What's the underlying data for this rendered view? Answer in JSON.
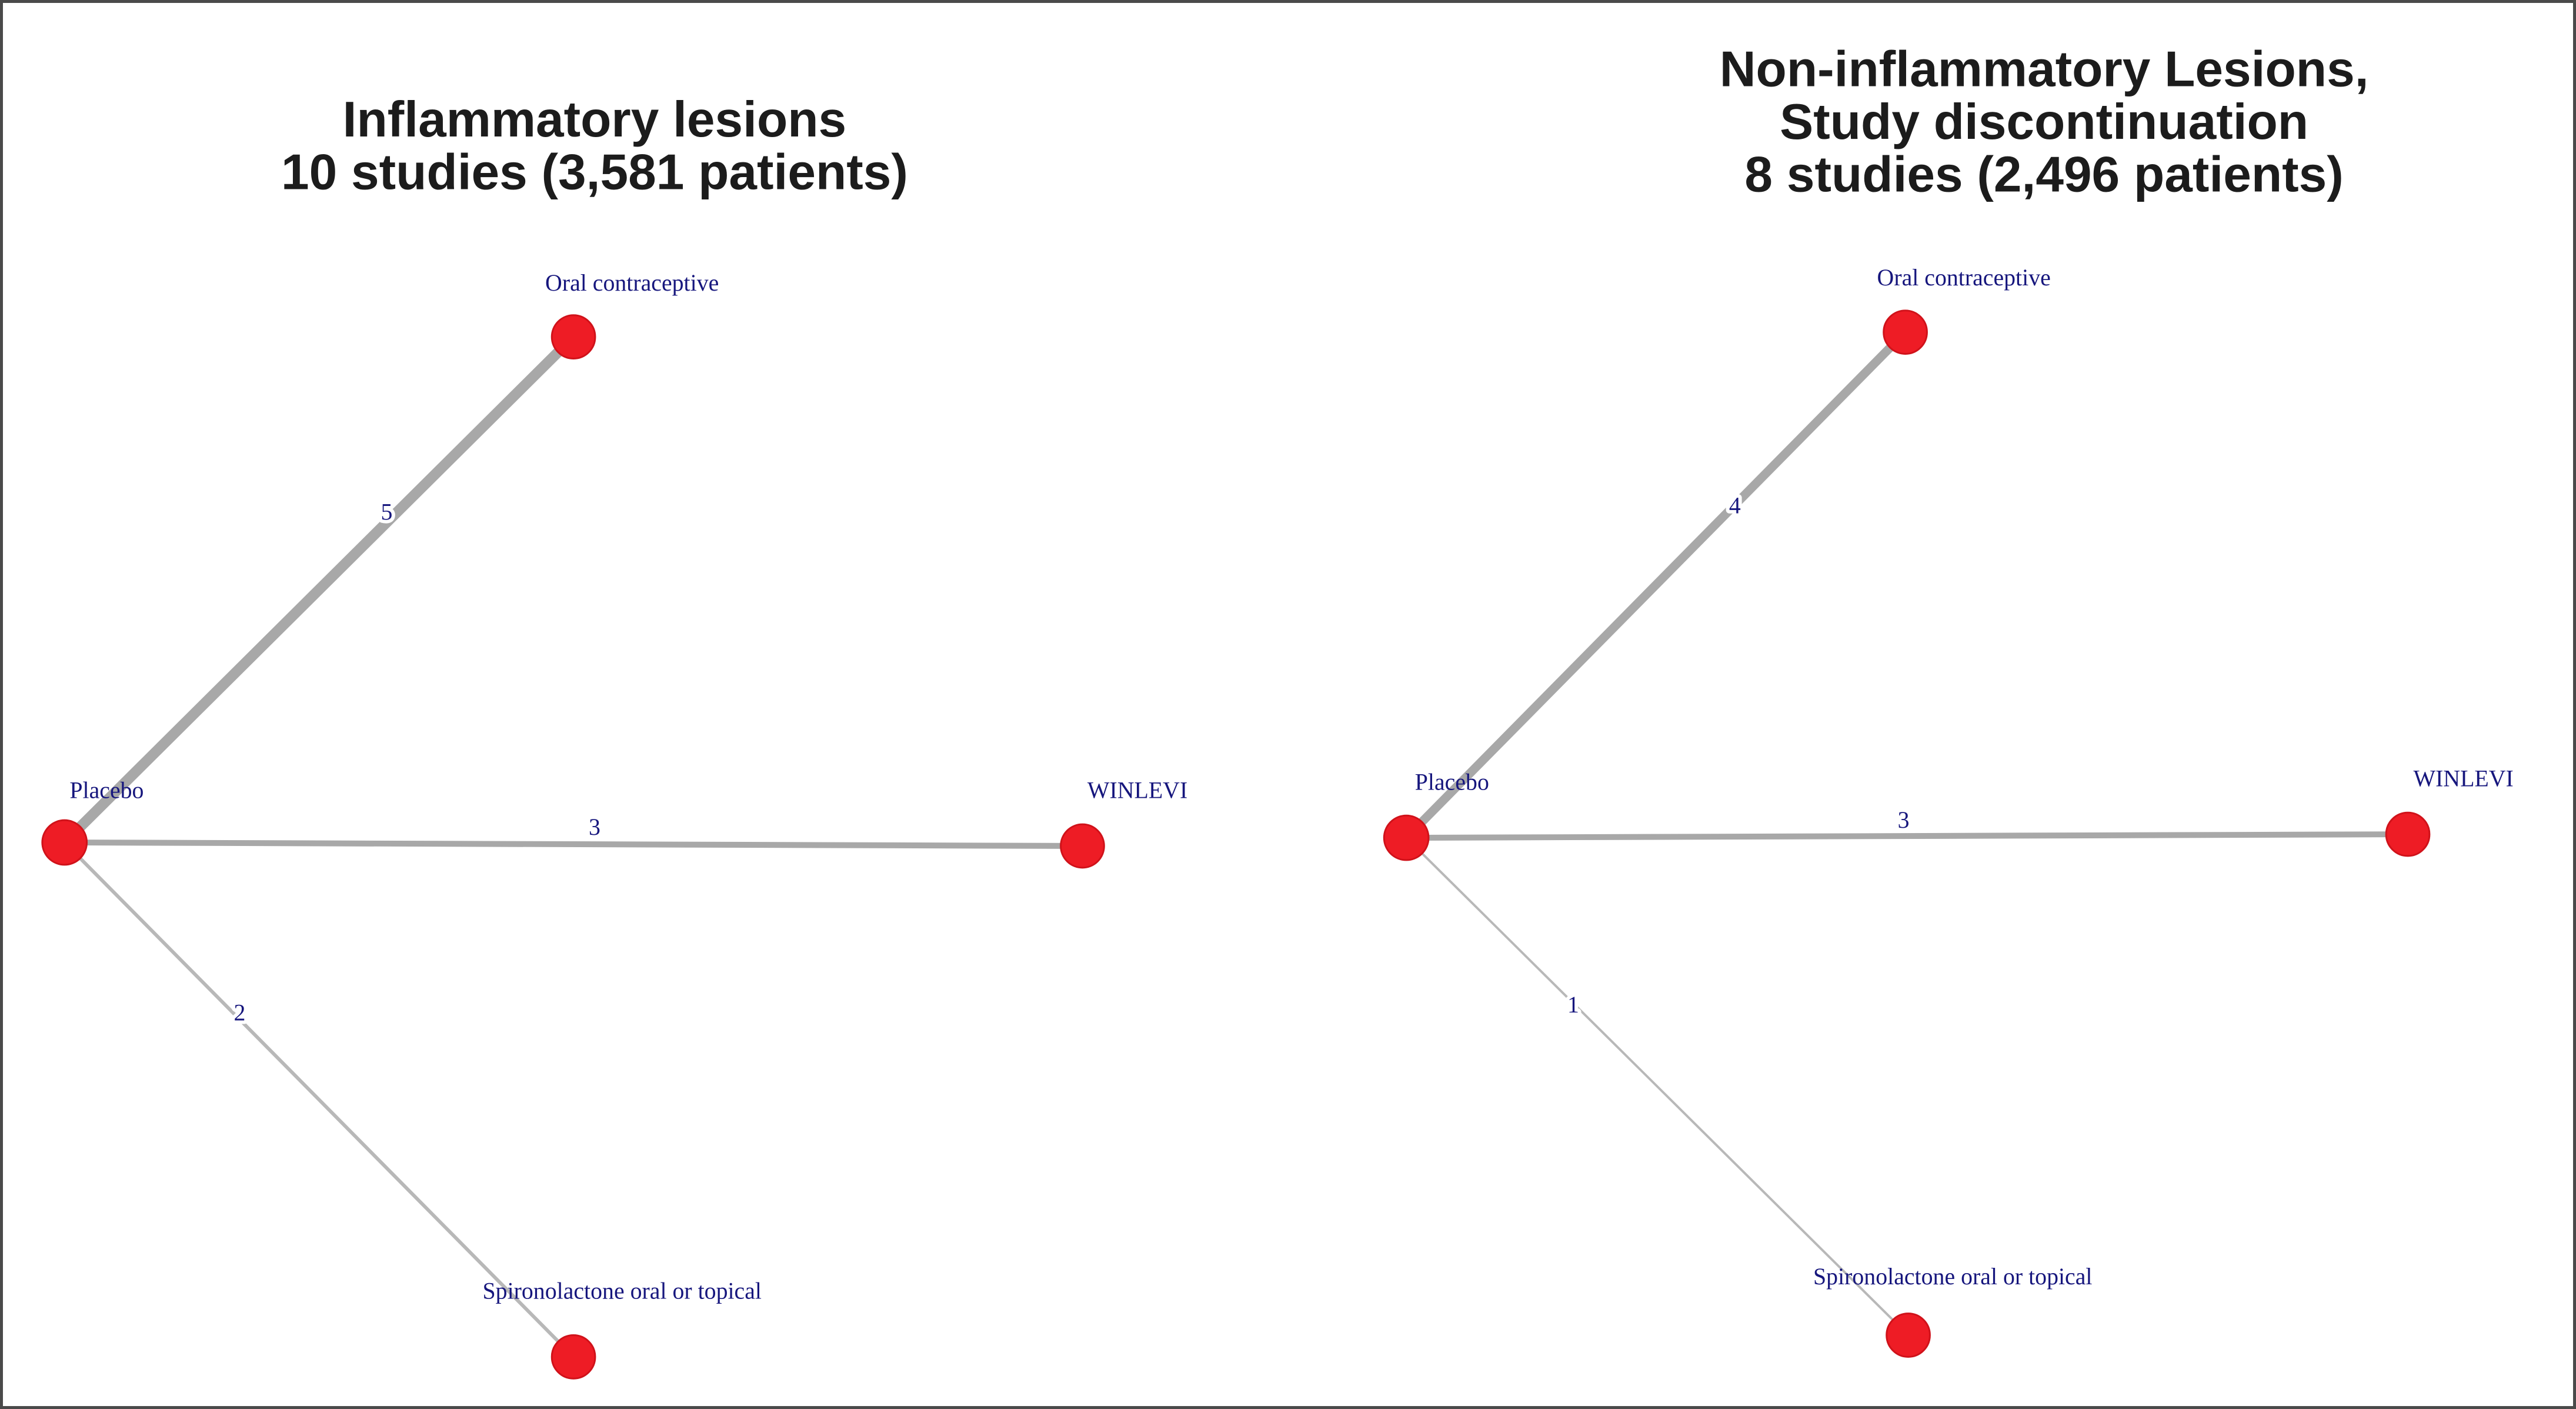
{
  "colors": {
    "node_fill": "#ee1c25",
    "node_stroke": "#d0121a",
    "edge": "#a8a8a8",
    "node_label": "#16167d",
    "title": "#1c1c1c"
  },
  "panels": [
    {
      "title_lines": [
        "Inflammatory lesions",
        "10 studies (3,581 patients)"
      ],
      "nodes": [
        {
          "id": "placebo",
          "label": "Placebo"
        },
        {
          "id": "oral-contraceptive",
          "label": "Oral contraceptive"
        },
        {
          "id": "winlevi",
          "label": "WINLEVI"
        },
        {
          "id": "spironolactone",
          "label": "Spironolactone oral or topical"
        }
      ],
      "edges": [
        {
          "from": "Placebo",
          "to": "Oral contraceptive",
          "studies": "5"
        },
        {
          "from": "Placebo",
          "to": "WINLEVI",
          "studies": "3"
        },
        {
          "from": "Placebo",
          "to": "Spironolactone oral or topical",
          "studies": "2"
        }
      ]
    },
    {
      "title_lines": [
        "Non-inflammatory Lesions,",
        "Study discontinuation",
        "8 studies (2,496 patients)"
      ],
      "nodes": [
        {
          "id": "placebo",
          "label": "Placebo"
        },
        {
          "id": "oral-contraceptive",
          "label": "Oral contraceptive"
        },
        {
          "id": "winlevi",
          "label": "WINLEVI"
        },
        {
          "id": "spironolactone",
          "label": "Spironolactone oral or topical"
        }
      ],
      "edges": [
        {
          "from": "Placebo",
          "to": "Oral contraceptive",
          "studies": "4"
        },
        {
          "from": "Placebo",
          "to": "WINLEVI",
          "studies": "3"
        },
        {
          "from": "Placebo",
          "to": "Spironolactone oral or topical",
          "studies": "1"
        }
      ]
    }
  ]
}
